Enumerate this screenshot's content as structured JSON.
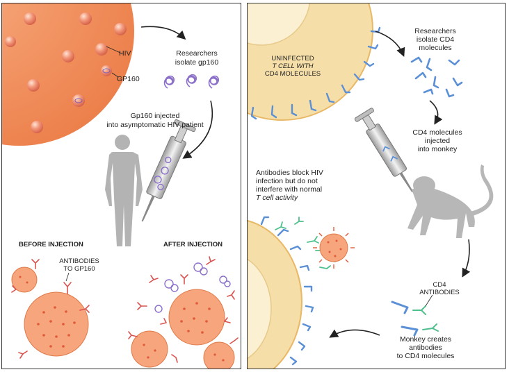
{
  "colors": {
    "virus": "#f28a5a",
    "virus_dark": "#e0703e",
    "gp160_coil": "#8b6fc9",
    "cd4_blue": "#5b8fd6",
    "antibody_red": "#d9534f",
    "antibody_green": "#4fc08d",
    "cell_body": "#f5dea8",
    "cell_nucleus": "#fbf0d2",
    "silhouette": "#b0b0b0"
  },
  "left_panel": {
    "hiv_label": "HIV",
    "gp160_label": "GP160",
    "isolate_line1": "Researchers",
    "isolate_line2": "isolate gp160",
    "inject_line1": "Gp160 injected",
    "inject_line2": "into asymptomatic HIV patient",
    "before_label": "BEFORE INJECTION",
    "after_label": "AFTER INJECTION",
    "antibodies_line1": "ANTIBODIES",
    "antibodies_line2": "TO GP160"
  },
  "right_panel": {
    "uninfected_line1": "UNINFECTED",
    "uninfected_line2": "T CELL WITH",
    "uninfected_line3": "CD4 MOLECULES",
    "isolate_line1": "Researchers",
    "isolate_line2": "isolate CD4",
    "isolate_line3": "molecules",
    "inject_line1": "CD4 molecules",
    "inject_line2": "injected",
    "inject_line3": "into monkey",
    "block_line1": "Antibodies block HIV",
    "block_line2": "infection but do not",
    "block_line3": "interfere with normal",
    "block_line4": "T cell activity",
    "cd4_antibodies_line1": "CD4",
    "cd4_antibodies_line2": "ANTIBODIES",
    "monkey_line1": "Monkey creates",
    "monkey_line2": "antibodies",
    "monkey_line3": "to CD4 molecules"
  }
}
